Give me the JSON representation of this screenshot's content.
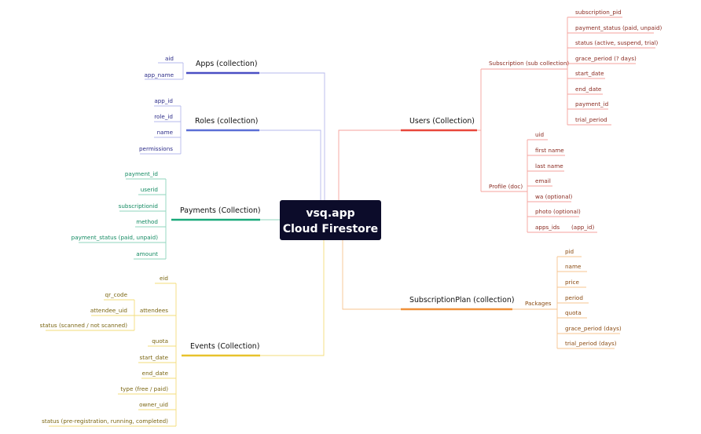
{
  "center": {
    "line1": "vsq.app",
    "line2": "Cloud Firestore"
  },
  "apps": {
    "title": "Apps (collection)",
    "fields": [
      "aid",
      "app_name"
    ]
  },
  "roles": {
    "title": "Roles (collection)",
    "fields": [
      "app_id",
      "role_id",
      "name",
      "permissions"
    ]
  },
  "payments": {
    "title": "Payments (Collection)",
    "fields": [
      "payment_id",
      "userid",
      "subscriptionid",
      "method",
      "payment_status (paid, unpaid)",
      "amount"
    ]
  },
  "events": {
    "title": "Events (Collection)",
    "fields": [
      "eid",
      "attendees",
      "quota",
      "start_date",
      "end_date",
      "type (free / paid)",
      "owner_uid",
      "status (pre-registration, running, completed)"
    ],
    "attendees_fields": [
      "qr_code",
      "attendee_uid",
      "status (scanned / not scanned)"
    ]
  },
  "users": {
    "title": "Users (Collection)",
    "subscription": {
      "label": "Subscription (sub collection)",
      "fields": [
        "subscription_pid",
        "payment_status (paid, unpaid)",
        "status (active, suspend, trial)",
        "grace_period (? days)",
        "start_date",
        "end_date",
        "payment_id",
        "trial_period"
      ]
    },
    "profile": {
      "label": "Profile (doc)",
      "fields": [
        "uid",
        "first name",
        "last name",
        "email",
        "wa (optional)",
        "photo (optional)",
        "apps_ids"
      ],
      "apps_ids_note": "(app_id)"
    }
  },
  "subscription_plan": {
    "title": "SubscriptionPlan (collection)",
    "packages": {
      "label": "Packages",
      "fields": [
        "pid",
        "name",
        "price",
        "period",
        "quota",
        "grace_period (days)",
        "trial_period (days)"
      ]
    }
  },
  "colors": {
    "apps": "#4a4fc4",
    "roles": "#5b6fd6",
    "payments": "#1aa97a",
    "events": "#e8c22c",
    "users": "#e8473b",
    "plan": "#f0913a",
    "center_bg": "#0c0c2a"
  }
}
